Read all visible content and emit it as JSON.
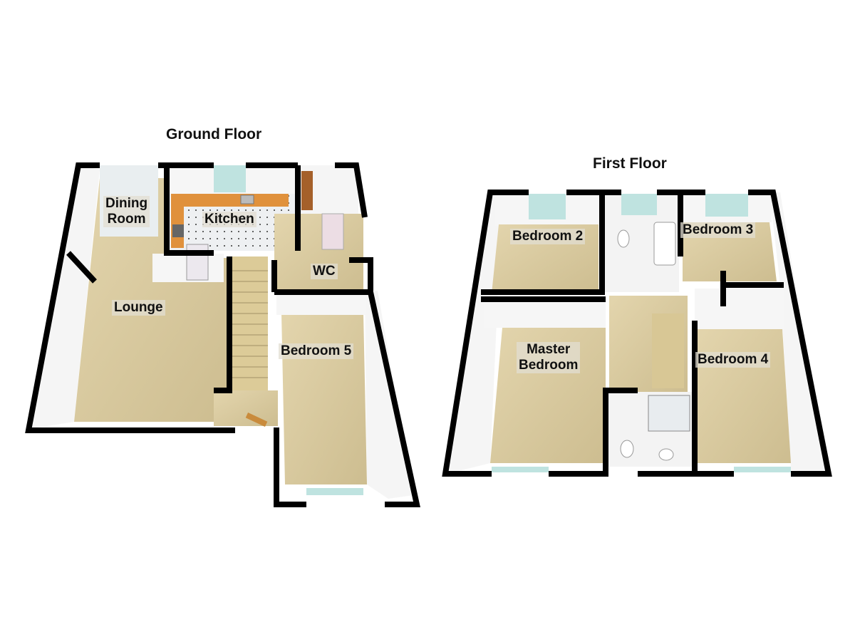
{
  "floors": [
    {
      "title": "Ground Floor",
      "rooms": {
        "dining_line1": "Dining",
        "dining_line2": "Room",
        "kitchen": "Kitchen",
        "wc": "WC",
        "lounge": "Lounge",
        "bedroom5": "Bedroom 5"
      }
    },
    {
      "title": "First Floor",
      "rooms": {
        "bedroom2": "Bedroom 2",
        "bedroom3": "Bedroom 3",
        "master_line1": "Master",
        "master_line2": "Bedroom",
        "bedroom4": "Bedroom 4"
      }
    }
  ],
  "colors": {
    "floor": "#d9caa0",
    "wall": "#000000",
    "interior_wall": "#f4f4f4",
    "counter": "#e0913c",
    "window": "#bfe3e0"
  }
}
